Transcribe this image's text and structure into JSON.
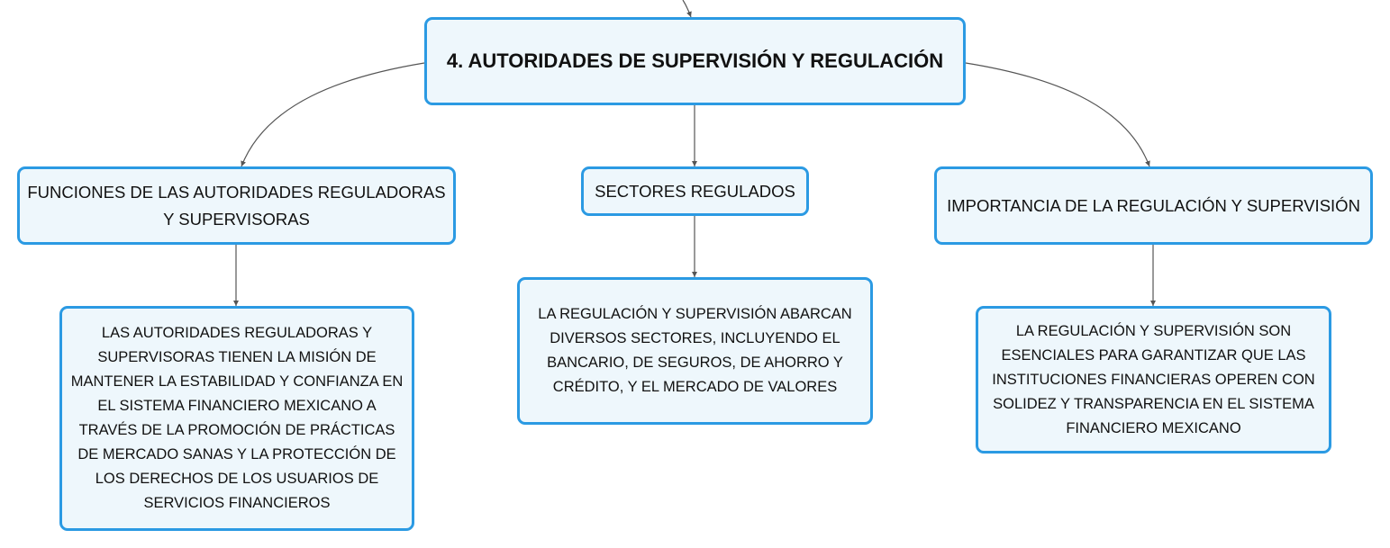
{
  "diagram": {
    "colors": {
      "border": "#2b9ae3",
      "fill": "#eef7fc",
      "text": "#111111",
      "connector": "#555555"
    },
    "root": {
      "label": "4. AUTORIDADES DE SUPERVISIÓN Y REGULACIÓN"
    },
    "branches": [
      {
        "label": "FUNCIONES DE LAS AUTORIDADES REGULADORAS Y SUPERVISORAS",
        "detail": "LAS AUTORIDADES REGULADORAS Y SUPERVISORAS TIENEN LA MISIÓN DE MANTENER LA ESTABILIDAD Y CONFIANZA EN EL SISTEMA FINANCIERO MEXICANO A TRAVÉS DE LA PROMOCIÓN DE PRÁCTICAS DE MERCADO SANAS Y LA PROTECCIÓN DE LOS DERECHOS DE LOS USUARIOS DE SERVICIOS FINANCIEROS"
      },
      {
        "label": "SECTORES REGULADOS",
        "detail": "LA REGULACIÓN Y SUPERVISIÓN ABARCAN DIVERSOS SECTORES, INCLUYENDO EL BANCARIO, DE SEGUROS, DE AHORRO Y CRÉDITO, Y EL MERCADO DE VALORES"
      },
      {
        "label": "IMPORTANCIA DE LA REGULACIÓN Y SUPERVISIÓN",
        "detail": "LA REGULACIÓN Y SUPERVISIÓN SON ESENCIALES PARA GARANTIZAR QUE LAS INSTITUCIONES FINANCIERAS OPEREN CON SOLIDEZ Y TRANSPARENCIA EN EL SISTEMA FINANCIERO MEXICANO"
      }
    ]
  }
}
